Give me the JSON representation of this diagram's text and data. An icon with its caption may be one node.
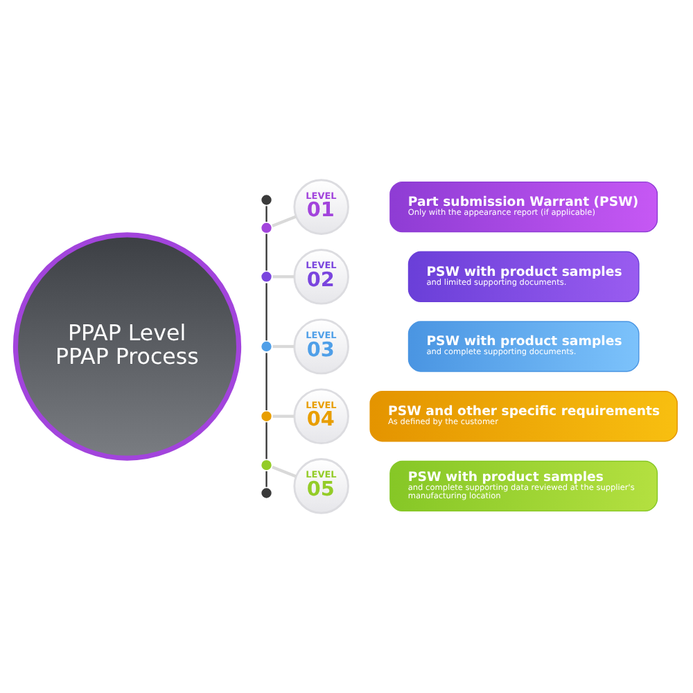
{
  "diagram": {
    "nodes": [
      {
        "text": [
          "PPAP Level PPAP Process"
        ]
      },
      {
        "text": [],
        "shape": "circle"
      },
      {
        "text": [],
        "shape": "circle"
      },
      {
        "text": [
          "LEVEL",
          "01"
        ]
      },
      {
        "text": [
          "Part submission Warrant (PSW)",
          "Only with the appearance report (if applicable)"
        ]
      },
      {
        "text": [],
        "shape": "circle"
      },
      {
        "text": [
          "LEVEL",
          "02"
        ]
      },
      {
        "text": [
          "PSW with product samples",
          "and limited supporting documents."
        ]
      },
      {
        "text": [],
        "shape": "circle"
      },
      {
        "text": [
          "LEVEL",
          "03"
        ]
      },
      {
        "text": [
          "PSW with product samples",
          "and complete supporting documents."
        ]
      },
      {
        "text": [],
        "shape": "circle"
      },
      {
        "text": [
          "LEVEL",
          "04"
        ]
      },
      {
        "text": [
          "PSW and other specific requirements",
          "As defined by the customer"
        ]
      },
      {
        "text": [],
        "shape": "circle"
      },
      {
        "text": [
          "LEVEL",
          "05"
        ]
      },
      {
        "text": [
          "PSW with product samples",
          "and complete supporting data reviewed at the supplier's manufacturing location"
        ]
      },
      {
        "text": [],
        "shape": "circle"
      }
    ],
    "edges": [
      {
        "from": 1,
        "to": 2,
        "arrow": "none"
      },
      {
        "from": 2,
        "to": 5,
        "arrow": "none"
      },
      {
        "from": 5,
        "to": 8,
        "arrow": "none"
      },
      {
        "from": 8,
        "to": 11,
        "arrow": "none"
      },
      {
        "from": 11,
        "to": 14,
        "arrow": "none"
      },
      {
        "from": 14,
        "to": 17,
        "arrow": "none"
      },
      {
        "from": 2,
        "to": 3,
        "arrow": "none",
        "color": "#d9d9d9"
      },
      {
        "from": 5,
        "to": 6,
        "arrow": "none",
        "color": "#d9d9d9"
      },
      {
        "from": 8,
        "to": 9,
        "arrow": "none",
        "color": "#d9d9d9"
      },
      {
        "from": 11,
        "to": 12,
        "arrow": "none",
        "color": "#d9d9d9"
      },
      {
        "from": 14,
        "to": 15,
        "arrow": "none",
        "color": "#d9d9d9"
      }
    ]
  }
}
